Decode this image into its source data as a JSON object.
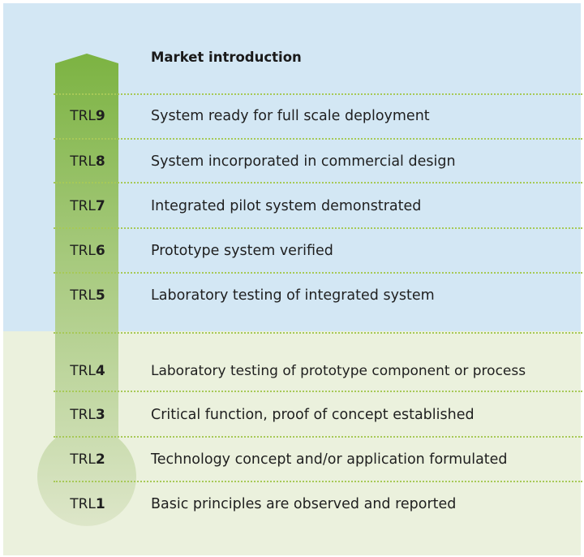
{
  "heading": "Market introduction",
  "colors": {
    "top_panel": "#d3e7f4",
    "bottom_panel": "#ebf1dd",
    "arrow_top": "#7cb342",
    "arrow_bottom": "#dde6c9",
    "divider": "#a7c957"
  },
  "levels": [
    {
      "prefix": "TRL",
      "number": "9",
      "text": "System ready for full scale deployment"
    },
    {
      "prefix": "TRL",
      "number": "8",
      "text": "System incorporated in commercial design"
    },
    {
      "prefix": "TRL",
      "number": "7",
      "text": "Integrated pilot system demonstrated"
    },
    {
      "prefix": "TRL",
      "number": "6",
      "text": "Prototype system verified"
    },
    {
      "prefix": "TRL",
      "number": "5",
      "text": "Laboratory testing of integrated system"
    },
    {
      "prefix": "TRL",
      "number": "4",
      "text": "Laboratory testing of prototype component or process"
    },
    {
      "prefix": "TRL",
      "number": "3",
      "text": "Critical function, proof of concept established"
    },
    {
      "prefix": "TRL",
      "number": "2",
      "text": "Technology concept and/or application formulated"
    },
    {
      "prefix": "TRL",
      "number": "1",
      "text": "Basic principles are observed and reported"
    }
  ]
}
